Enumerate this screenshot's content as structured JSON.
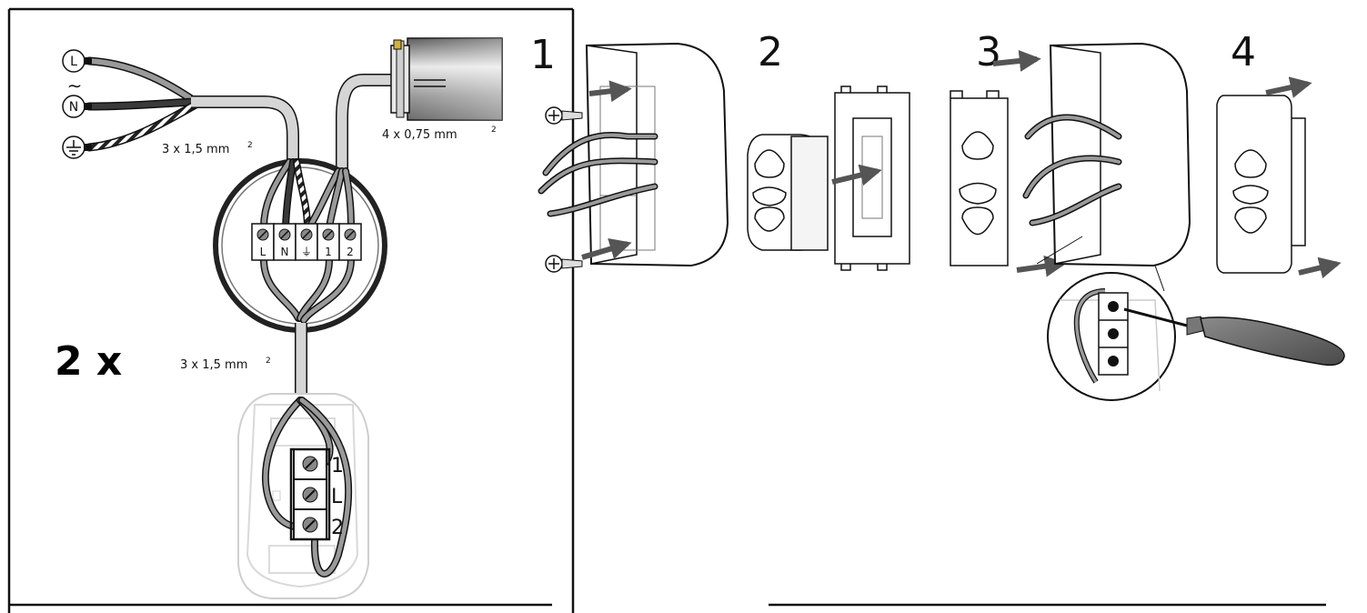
{
  "wiring": {
    "supply_labels": {
      "live": "L",
      "tilde": "∼",
      "neutral": "N"
    },
    "cable_supply": "3 x 1,5 mm",
    "cable_supply_sup": "2",
    "cable_motor": "4 x 0,75 mm",
    "cable_motor_sup": "2",
    "cable_switch": "3 x 1,5 mm",
    "cable_switch_sup": "2",
    "quantity": "2 x",
    "junction_terminals": [
      "L",
      "N",
      "⏚",
      "1",
      "2"
    ],
    "switch_terminals": [
      "1",
      "L",
      "2"
    ]
  },
  "steps": [
    "1",
    "2",
    "3",
    "4"
  ],
  "colors": {
    "line": "#111111",
    "wire_grey": "#9a9a9a",
    "wire_dark": "#3a3a3a",
    "arrow": "#555555"
  }
}
